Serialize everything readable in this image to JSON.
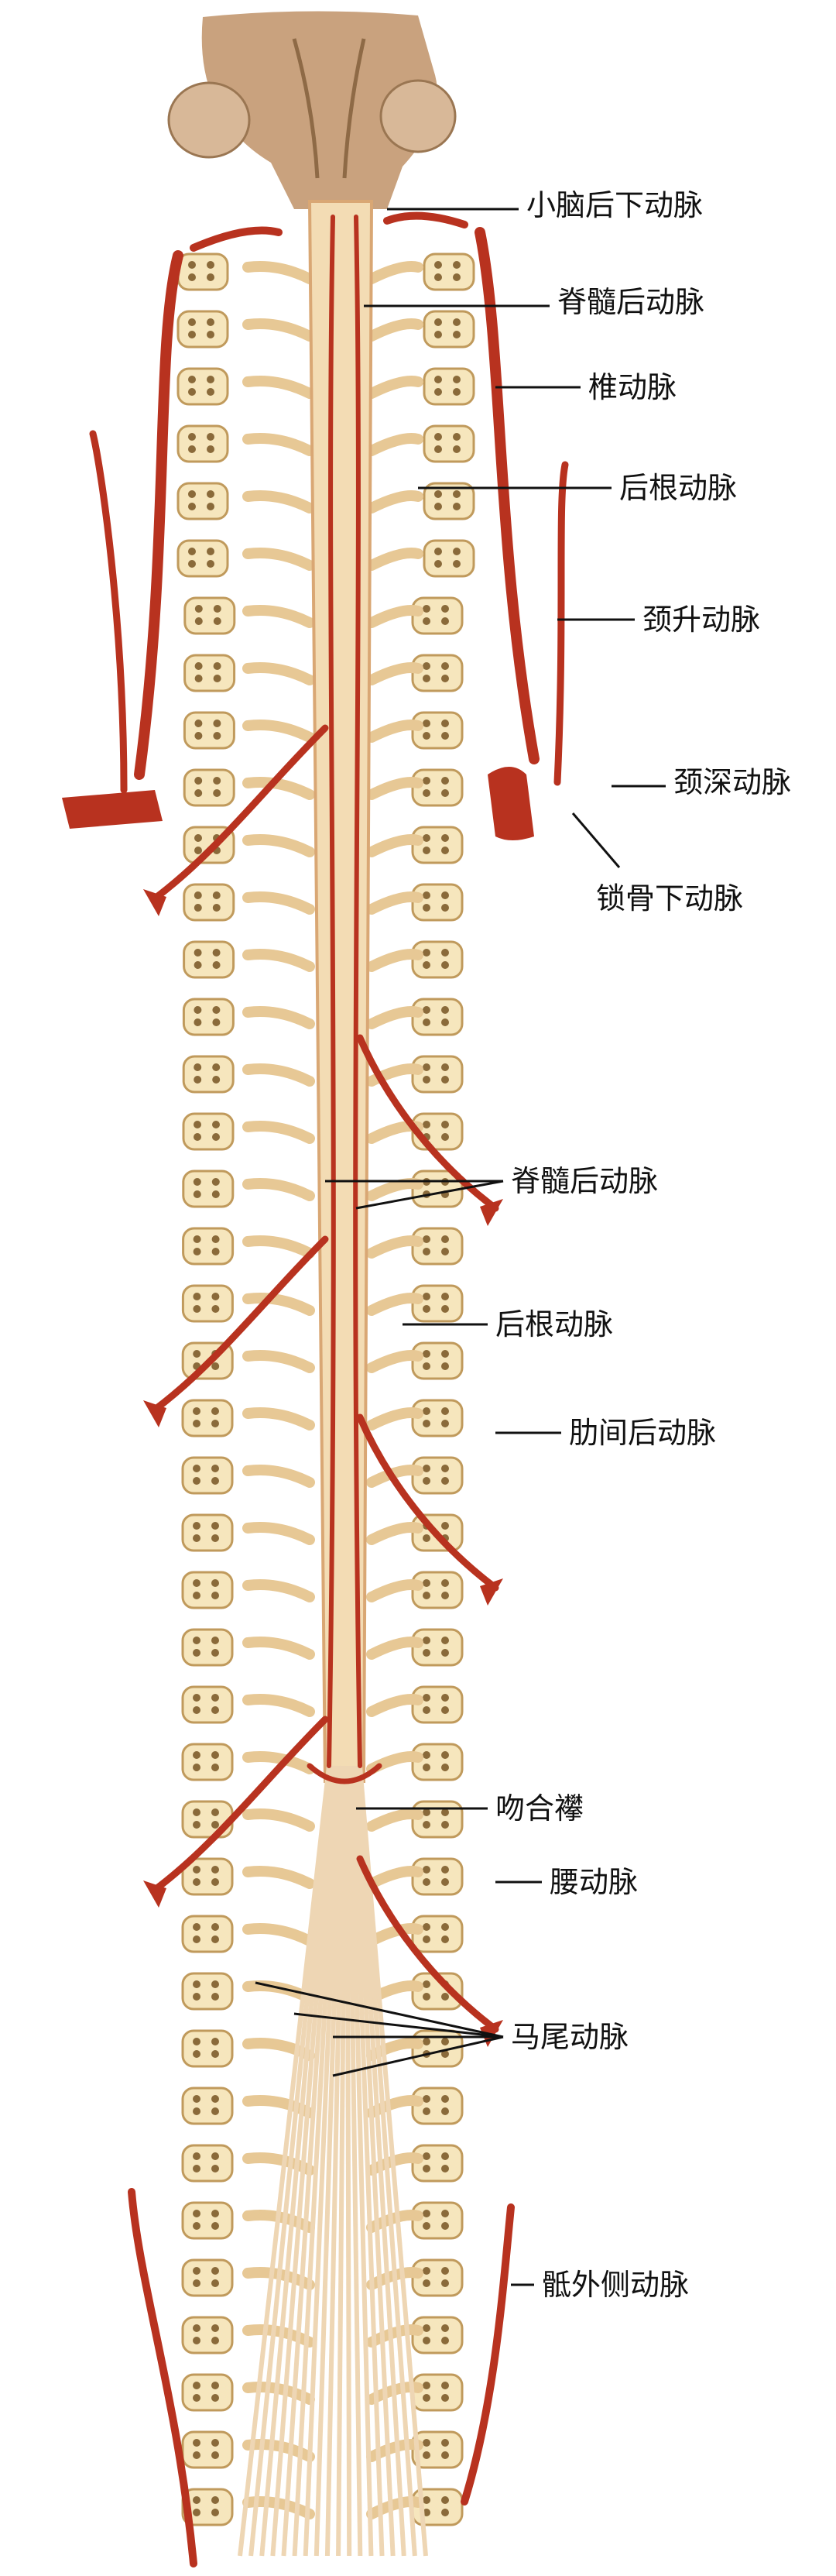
{
  "figure": {
    "colors": {
      "artery": "#b8321f",
      "artery_dark": "#8e2214",
      "cord": "#f3dcb4",
      "cord_shadow": "#d9a774",
      "bone": "#f6e6bd",
      "bone_spot": "#8a6a3a",
      "brainstem": "#c9a27e",
      "leader": "#111111"
    },
    "labels": [
      {
        "id": "picaa",
        "text": "小脑后下动脉"
      },
      {
        "id": "psa-upper",
        "text": "脊髓后动脉"
      },
      {
        "id": "vertebral",
        "text": "椎动脉"
      },
      {
        "id": "root-upper",
        "text": "后根动脉"
      },
      {
        "id": "asc-cervical",
        "text": "颈升动脉"
      },
      {
        "id": "deep-cervical",
        "text": "颈深动脉"
      },
      {
        "id": "subclavian",
        "text": "锁骨下动脉"
      },
      {
        "id": "psa-lower",
        "text": "脊髓后动脉"
      },
      {
        "id": "root-lower",
        "text": "后根动脉"
      },
      {
        "id": "intercostal",
        "text": "肋间后动脉"
      },
      {
        "id": "anastomosis",
        "text": "吻合襻"
      },
      {
        "id": "lumbar",
        "text": "腰动脉"
      },
      {
        "id": "cauda",
        "text": "马尾动脉"
      },
      {
        "id": "sacral",
        "text": "骶外侧动脉"
      }
    ]
  }
}
